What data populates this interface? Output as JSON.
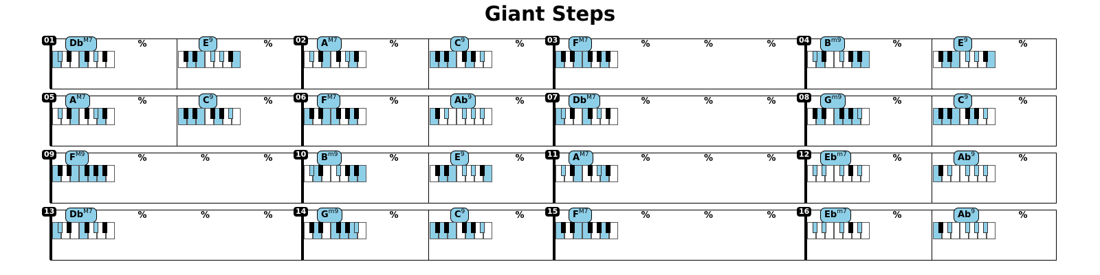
{
  "title": "Giant Steps",
  "colors": {
    "highlight": "#8ecfe8",
    "black": "#000000",
    "white": "#ffffff"
  },
  "rows": [
    {
      "measures": [
        {
          "number": "01",
          "chords": [
            {
              "root": "Db",
              "quality": "M7"
            },
            {
              "root": "E",
              "quality": "9"
            }
          ],
          "repeats": [
            "%",
            "%"
          ]
        },
        {
          "number": "02",
          "chords": [
            {
              "root": "A",
              "quality": "M7"
            },
            {
              "root": "C",
              "quality": "9"
            }
          ],
          "repeats": [
            "%",
            "%"
          ]
        },
        {
          "number": "03",
          "chords": [
            {
              "root": "F",
              "quality": "M7"
            }
          ],
          "repeats": [
            "%",
            "%",
            "%"
          ]
        },
        {
          "number": "04",
          "chords": [
            {
              "root": "B",
              "quality": "m9"
            },
            {
              "root": "E",
              "quality": "9"
            }
          ],
          "repeats": [
            "%",
            "%"
          ]
        }
      ]
    },
    {
      "measures": [
        {
          "number": "05",
          "chords": [
            {
              "root": "A",
              "quality": "M7"
            },
            {
              "root": "C",
              "quality": "9"
            }
          ],
          "repeats": [
            "%",
            "%"
          ]
        },
        {
          "number": "06",
          "chords": [
            {
              "root": "F",
              "quality": "M7"
            },
            {
              "root": "Ab",
              "quality": "9"
            }
          ],
          "repeats": [
            "%",
            "%"
          ]
        },
        {
          "number": "07",
          "chords": [
            {
              "root": "Db",
              "quality": "M7"
            }
          ],
          "repeats": [
            "%",
            "%",
            "%"
          ]
        },
        {
          "number": "08",
          "chords": [
            {
              "root": "G",
              "quality": "m9"
            },
            {
              "root": "C",
              "quality": "9"
            }
          ],
          "repeats": [
            "%",
            "%"
          ]
        }
      ]
    },
    {
      "measures": [
        {
          "number": "09",
          "chords": [
            {
              "root": "F",
              "quality": "M9"
            }
          ],
          "repeats": [
            "%",
            "%",
            "%"
          ]
        },
        {
          "number": "10",
          "chords": [
            {
              "root": "B",
              "quality": "m9"
            },
            {
              "root": "E",
              "quality": "9"
            }
          ],
          "repeats": [
            "%",
            "%"
          ]
        },
        {
          "number": "11",
          "chords": [
            {
              "root": "A",
              "quality": "M7"
            }
          ],
          "repeats": [
            "%",
            "%",
            "%"
          ]
        },
        {
          "number": "12",
          "chords": [
            {
              "root": "Eb",
              "quality": "m7"
            },
            {
              "root": "Ab",
              "quality": "9"
            }
          ],
          "repeats": [
            "%",
            "%"
          ]
        }
      ]
    },
    {
      "measures": [
        {
          "number": "13",
          "chords": [
            {
              "root": "Db",
              "quality": "M7"
            }
          ],
          "repeats": [
            "%",
            "%",
            "%"
          ]
        },
        {
          "number": "14",
          "chords": [
            {
              "root": "G",
              "quality": "m9"
            },
            {
              "root": "C",
              "quality": "9"
            }
          ],
          "repeats": [
            "%",
            "%"
          ]
        },
        {
          "number": "15",
          "chords": [
            {
              "root": "F",
              "quality": "M7"
            }
          ],
          "repeats": [
            "%",
            "%",
            "%"
          ]
        },
        {
          "number": "16",
          "chords": [
            {
              "root": "Eb",
              "quality": "m7"
            },
            {
              "root": "Ab",
              "quality": "9"
            }
          ],
          "repeats": [
            "%",
            "%"
          ]
        }
      ]
    }
  ]
}
